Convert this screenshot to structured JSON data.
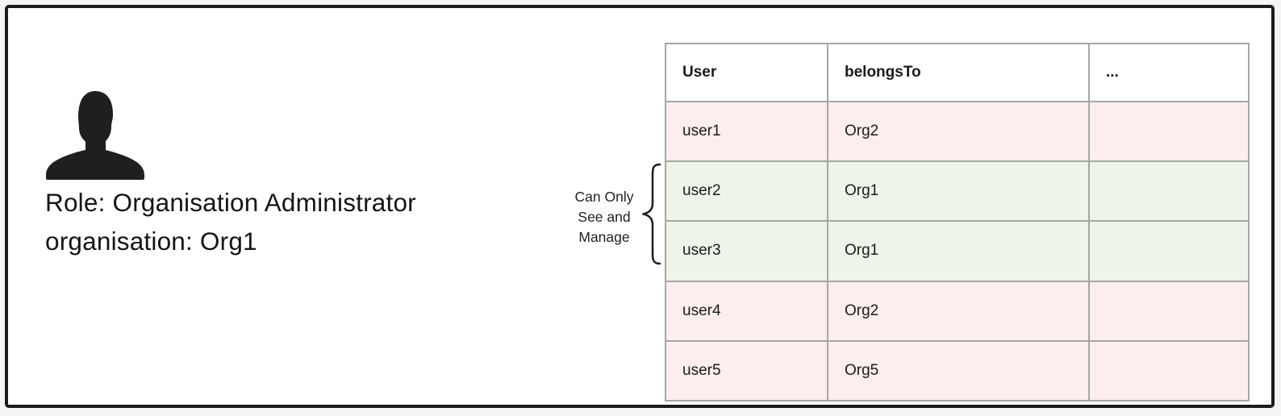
{
  "profile": {
    "avatar_icon": "person-silhouette-icon",
    "role_line": "Role: Organisation Administrator",
    "org_line": "organisation: Org1"
  },
  "annotation": {
    "line1": "Can Only",
    "line2": "See and",
    "line3": "Manage",
    "brace_icon": "curly-brace"
  },
  "table": {
    "columns": [
      "User",
      "belongsTo",
      "..."
    ],
    "rows": [
      {
        "user": "user1",
        "belongsTo": "Org2",
        "extra": "",
        "highlight": "excluded"
      },
      {
        "user": "user2",
        "belongsTo": "Org1",
        "extra": "",
        "highlight": "managed"
      },
      {
        "user": "user3",
        "belongsTo": "Org1",
        "extra": "",
        "highlight": "managed"
      },
      {
        "user": "user4",
        "belongsTo": "Org2",
        "extra": "",
        "highlight": "excluded"
      },
      {
        "user": "user5",
        "belongsTo": "Org5",
        "extra": "",
        "highlight": "excluded"
      }
    ],
    "colors": {
      "managed_row": "#edf5e8",
      "excluded_row": "#fbeeed",
      "grid_border": "#a6a6a6",
      "frame_border": "#1c1c1c"
    }
  }
}
